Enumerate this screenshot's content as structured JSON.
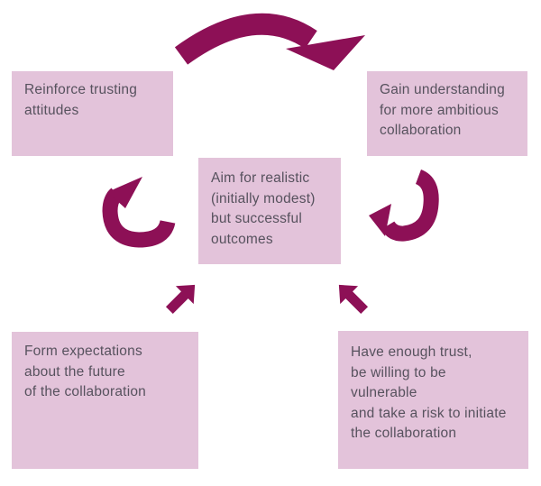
{
  "diagram": {
    "colors": {
      "background": "#ffffff",
      "box_fill": "#e3c3da",
      "arrow": "#8d1056",
      "text": "#57525e"
    },
    "boxes": {
      "reinforce": {
        "text": "Reinforce trusting\nattitudes"
      },
      "gain": {
        "text": "Gain understanding\nfor more ambitious\ncollaboration"
      },
      "aim": {
        "text": "Aim for realistic\n(initially modest)\nbut successful\noutcomes"
      },
      "form": {
        "text": "Form expectations\nabout the future\nof the collaboration"
      },
      "trust": {
        "text": "Have enough trust,\nbe willing to be vulnerable\nand take a risk to initiate\nthe collaboration"
      }
    },
    "arrows": [
      {
        "name": "top-curved-arrow",
        "from": "reinforce",
        "to": "gain"
      },
      {
        "name": "left-curved-arrow",
        "from": "aim",
        "to": "reinforce"
      },
      {
        "name": "right-curved-arrow",
        "from": "gain",
        "to": "aim"
      },
      {
        "name": "bottom-left-small-arrow",
        "from": "form",
        "to": "aim"
      },
      {
        "name": "bottom-right-small-arrow",
        "from": "trust",
        "to": "aim"
      }
    ]
  }
}
